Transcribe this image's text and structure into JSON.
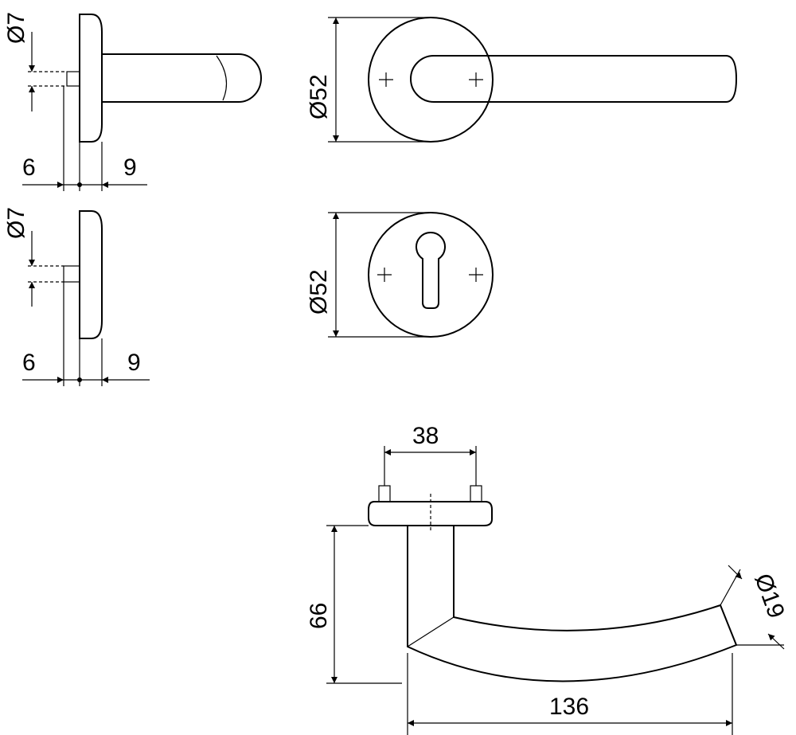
{
  "dimensions": {
    "side_top": {
      "spindle_dia": "Ø7",
      "left": "6",
      "right": "9"
    },
    "front_top": {
      "rose_dia": "Ø52"
    },
    "side_bottom": {
      "spindle_dia": "Ø7",
      "left": "6",
      "right": "9"
    },
    "front_bottom": {
      "rose_dia": "Ø52"
    },
    "lever": {
      "screw_spacing": "38",
      "height": "66",
      "length": "136",
      "grip_dia": "Ø19"
    }
  }
}
